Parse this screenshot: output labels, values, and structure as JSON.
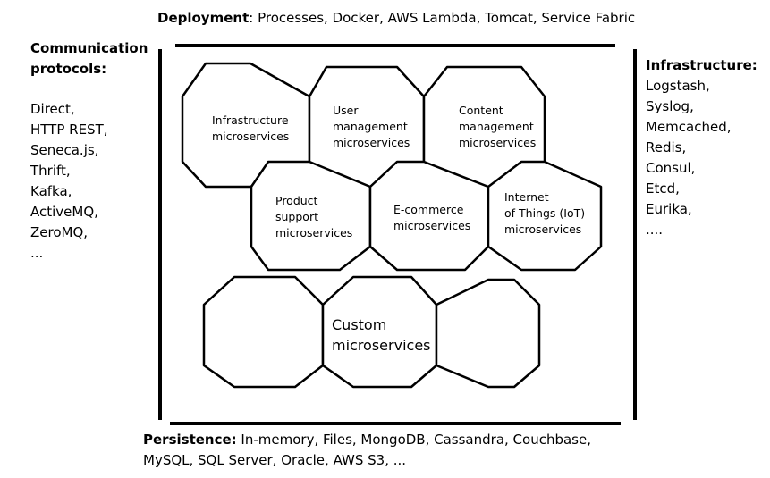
{
  "deployment": {
    "heading": "Deployment",
    "text": ":  Processes, Docker, AWS Lambda, Tomcat, Service Fabric"
  },
  "communication": {
    "heading_line1": "Communication",
    "heading_line2": "protocols:",
    "items": [
      "Direct,",
      "HTTP REST,",
      "Seneca.js,",
      "Thrift,",
      "Kafka,",
      "ActiveMQ,",
      "ZeroMQ,",
      "..."
    ]
  },
  "infrastructure": {
    "heading": "Infrastructure:",
    "items": [
      "Logstash,",
      "Syslog,",
      "Memcached,",
      "Redis,",
      "Consul,",
      "Etcd,",
      "Eurika,",
      "...."
    ]
  },
  "persistence": {
    "heading": "Persistence:",
    "line1": " In-memory, Files, MongoDB, Cassandra, Couchbase,",
    "line2": "MySQL, SQL Server, Oracle, AWS S3, ..."
  },
  "hexagons": {
    "infrastructure": "Infrastructure\nmicroservices",
    "user_management": "User\nmanagement\nmicroservices",
    "content_management": "Content\nmanagement\nmicroservices",
    "product_support": "Product\nsupport\nmicroservices",
    "ecommerce": "E-commerce\nmicroservices",
    "iot": "Internet\nof Things (IoT)\nmicroservices",
    "custom": "Custom\nmicroservices"
  }
}
